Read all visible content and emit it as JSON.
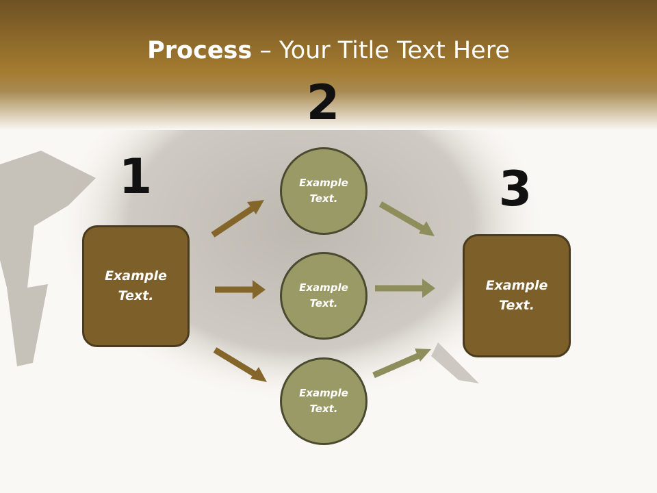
{
  "title": {
    "bold": "Process",
    "rest": " – Your Title Text Here"
  },
  "colors": {
    "header_brown": "#8a6a2e",
    "box_fill": "#7d5f2a",
    "circle_fill": "#9a9a66",
    "arrow_brown": "#84652a",
    "arrow_olive": "#8e8e5c"
  },
  "steps": {
    "step1_number": "1",
    "step2_number": "2",
    "step3_number": "3"
  },
  "nodes": {
    "box1": "Example Text.",
    "circle_top": "Example Text.",
    "circle_middle": "Example Text.",
    "circle_bottom": "Example Text.",
    "box3": "Example Text."
  }
}
